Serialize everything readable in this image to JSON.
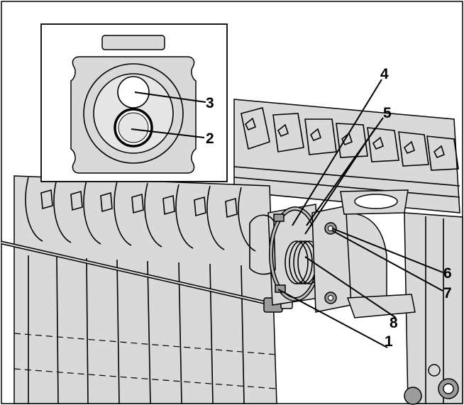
{
  "callouts": [
    {
      "id": "1",
      "label": "1"
    },
    {
      "id": "2",
      "label": "2"
    },
    {
      "id": "3",
      "label": "3"
    },
    {
      "id": "4",
      "label": "4"
    },
    {
      "id": "5",
      "label": "5"
    },
    {
      "id": "6",
      "label": "6"
    },
    {
      "id": "7",
      "label": "7"
    },
    {
      "id": "8",
      "label": "8"
    }
  ],
  "colors": {
    "part_fill": "#d9d9d9",
    "part_dark": "#9c9c9c",
    "line": "#000000",
    "background": "#ffffff"
  }
}
